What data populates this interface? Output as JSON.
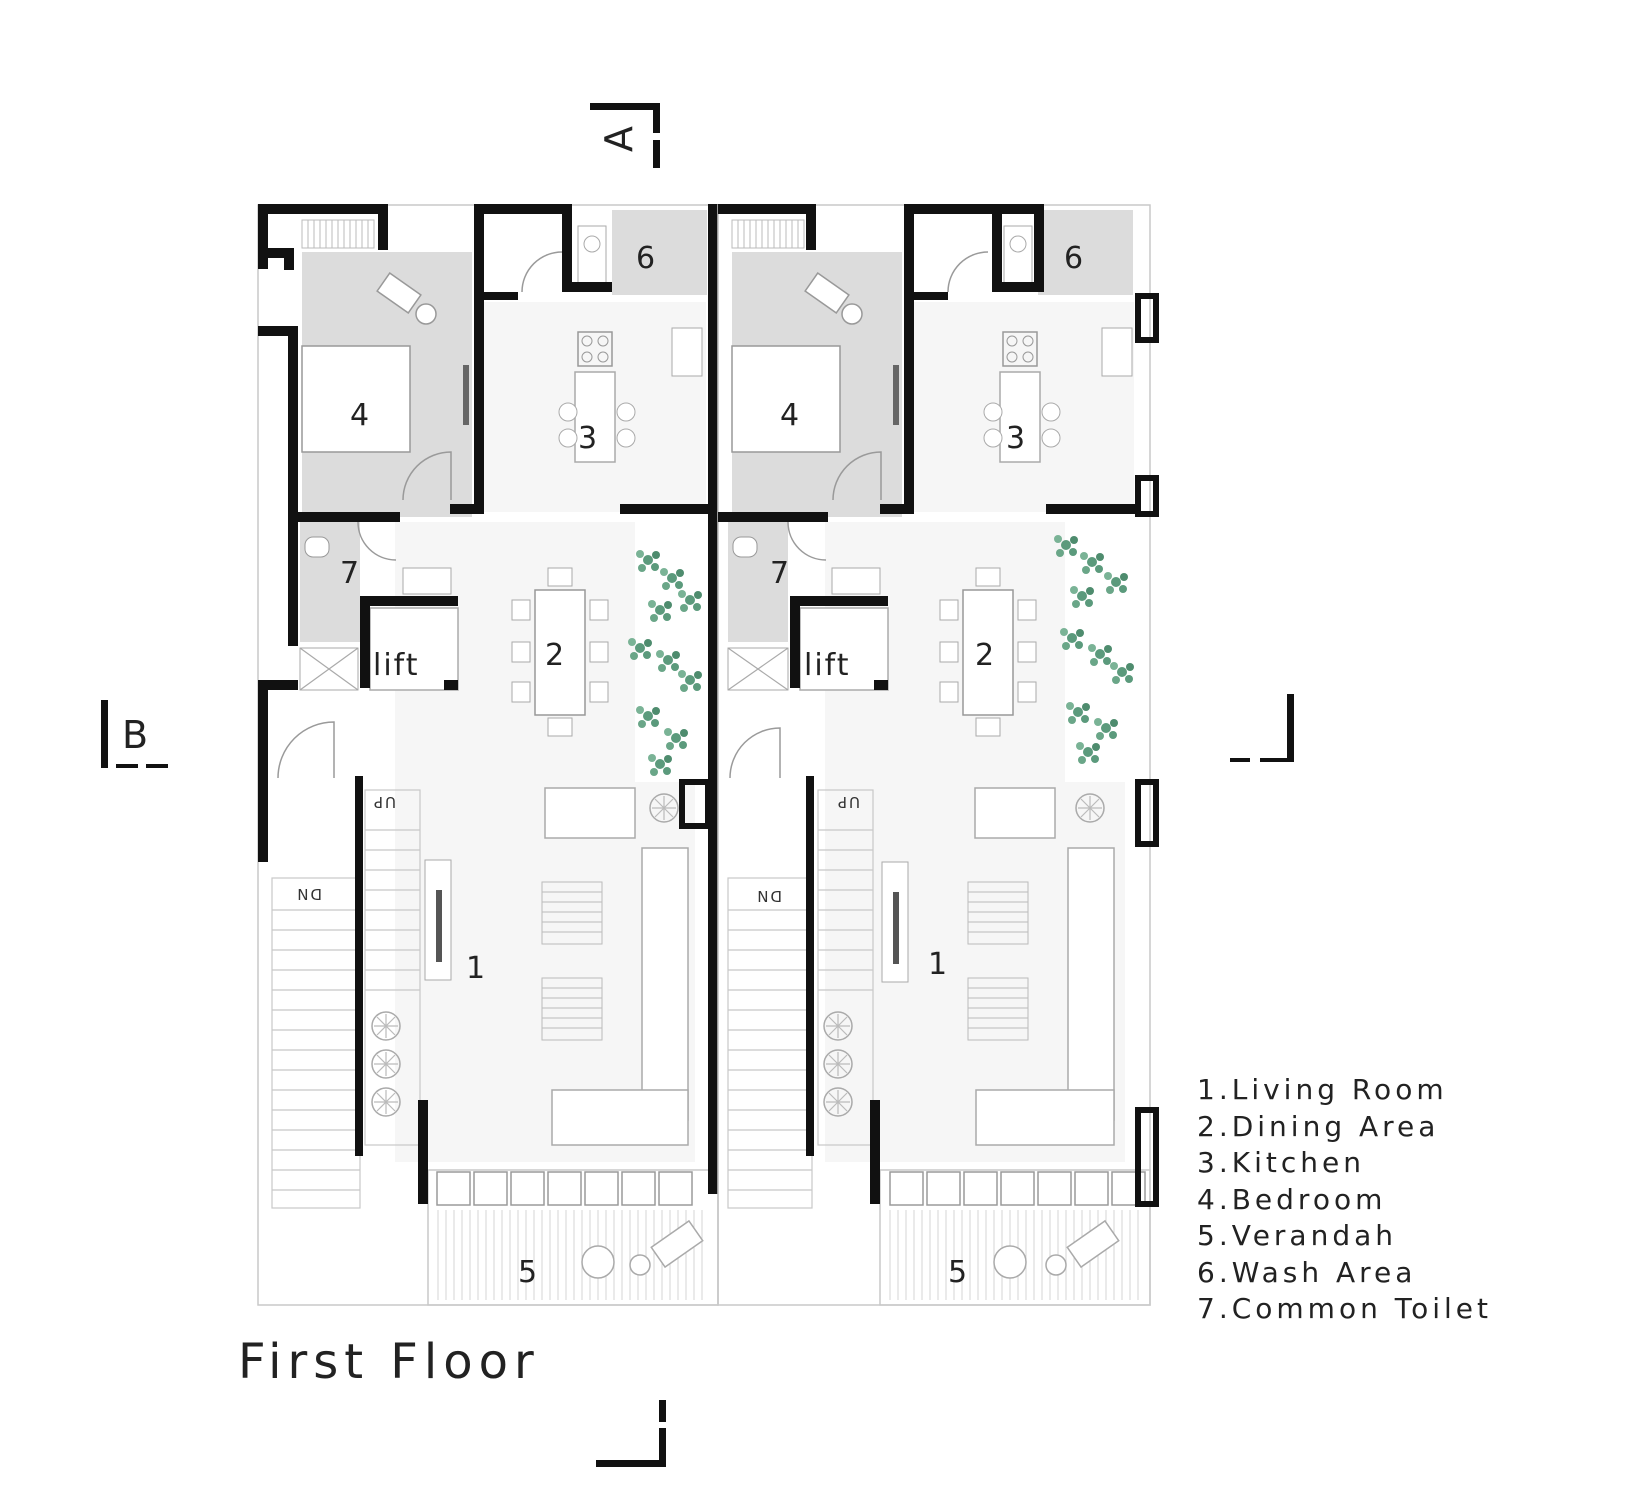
{
  "title": "First Floor",
  "legend": [
    "1.Living  Room",
    "2.Dining Area",
    "3.Kitchen",
    "4.Bedroom",
    "5.Verandah",
    "6.Wash Area",
    "7.Common Toilet"
  ],
  "section_marks": {
    "a": "A",
    "b": "B"
  },
  "units": [
    {
      "living": "1",
      "dining": "2",
      "kitchen": "3",
      "bedroom": "4",
      "verandah": "5",
      "wash": "6",
      "toilet": "7",
      "lift": "lift",
      "stair_up": "UP",
      "stair_down": "DN"
    },
    {
      "living": "1",
      "dining": "2",
      "kitchen": "3",
      "bedroom": "4",
      "verandah": "5",
      "wash": "6",
      "toilet": "7",
      "lift": "lift",
      "stair_up": "UP",
      "stair_down": "DN"
    }
  ],
  "colors": {
    "wall": "#111111",
    "room_fill": "#dcdcdc",
    "plants": "#5b9a7c"
  }
}
